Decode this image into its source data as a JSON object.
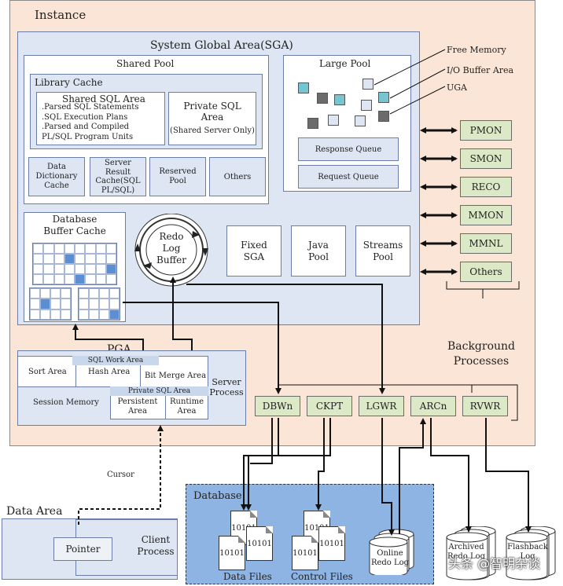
{
  "instance": {
    "title": "Instance"
  },
  "sga": {
    "title": "System Global Area(SGA)",
    "shared_pool": {
      "title": "Shared Pool",
      "library_cache": {
        "title": "Library Cache",
        "shared_sql": {
          "title": "Shared SQL Area",
          "lines": [
            ".Parsed SQL Statements",
            ".SQL Execution Plans",
            ".Parsed and Compiled",
            "PL/SQL Program Units"
          ]
        },
        "private_sql": {
          "title_1": "Private SQL",
          "title_2": "Area",
          "note": "(Shared Server Only)"
        }
      },
      "data_dictionary_cache": [
        "Data",
        "Dictionary",
        "Cache"
      ],
      "server_result_cache": [
        "Server",
        "Result",
        "Cache(SQL",
        "PL/SQL)"
      ],
      "reserved_pool": [
        "Reserved",
        "Pool"
      ],
      "others": "Others"
    },
    "large_pool": {
      "title": "Large Pool",
      "response_queue": "Response Queue",
      "request_queue": "Request Queue"
    },
    "database_buffer_cache": [
      "Database",
      "Buffer Cache"
    ],
    "redo_log_buffer": [
      "Redo",
      "Log",
      "Buffer"
    ],
    "fixed_sga": [
      "Fixed",
      "SGA"
    ],
    "java_pool": [
      "Java",
      "Pool"
    ],
    "streams_pool": [
      "Streams",
      "Pool"
    ]
  },
  "legend": {
    "free_memory": "Free Memory",
    "io_buffer_area": "I/O Buffer Area",
    "uga": "UGA"
  },
  "background_processes": {
    "label_1": "Background",
    "label_2": "Processes",
    "side": [
      "PMON",
      "SMON",
      "RECO",
      "MMON",
      "MMNL",
      "Others"
    ],
    "bottom": [
      "DBWn",
      "CKPT",
      "LGWR",
      "ARCn",
      "RVWR"
    ]
  },
  "pga": {
    "title": "PGA",
    "sql_work_area": "SQL Work Area",
    "sort_area": "Sort Area",
    "hash_area": "Hash Area",
    "bit_merge_area": "Bit Merge Area",
    "session_memory": "Session Memory",
    "private_sql_area": "Private SQL Area",
    "persistent_area": [
      "Persistent",
      "Area"
    ],
    "runtime_area": [
      "Runtime",
      "Area"
    ],
    "server_process": [
      "Server",
      "Process"
    ]
  },
  "cursor": "Cursor",
  "data_area": {
    "title": "Data Area",
    "pointer": "Pointer",
    "client_process": [
      "Client",
      "Process"
    ]
  },
  "database": {
    "title": "Database",
    "data_files": "Data Files",
    "control_files": "Control Files",
    "online_redo_log": [
      "Online",
      "Redo Log"
    ],
    "file_text": "10101"
  },
  "archived_redo_log": [
    "Archived",
    "Redo Log"
  ],
  "flashback_log": [
    "Flashback",
    "Log"
  ],
  "watermark": "头条 @智明杂谈",
  "colors": {
    "instance_bg": "#fbe5d6",
    "sga_bg": "#dde6f2",
    "process_bg": "#dce9c7",
    "database_bg": "#8eb4e3",
    "highlight": "#5b8fd1",
    "cyan_square": "#76c5d0",
    "dark_square": "#6b6b6b"
  }
}
